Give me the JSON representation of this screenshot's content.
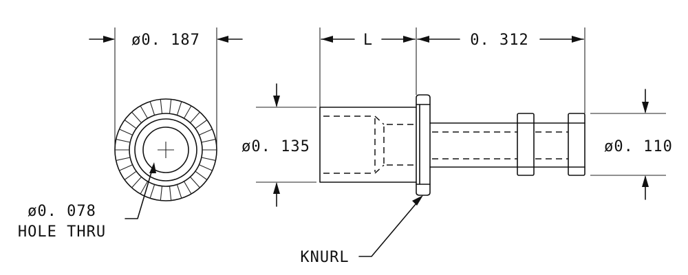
{
  "drawing": {
    "end_view": {
      "dia_label": "ø0. 187",
      "hole_label_line1": "ø0. 078",
      "hole_label_line2": "HOLE THRU"
    },
    "side_view": {
      "length_label": "L",
      "shank_length_label": "0. 312",
      "body_dia_label": "ø0. 135",
      "shank_dia_label": "ø0. 110",
      "knurl_label": "KNURL"
    }
  }
}
